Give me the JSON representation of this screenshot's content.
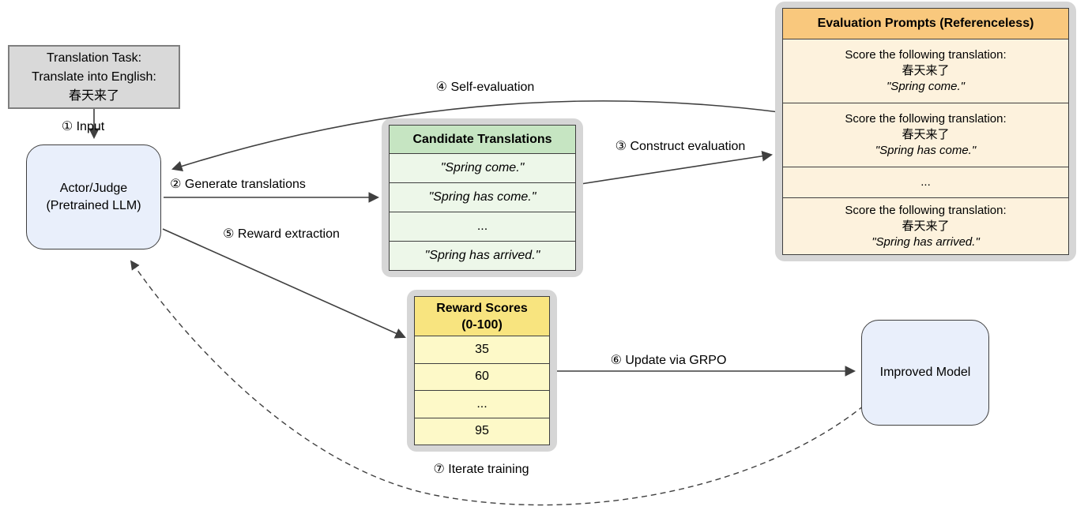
{
  "boxes": {
    "task": {
      "lines": [
        "Translation Task:",
        "Translate into English:",
        "春天来了"
      ]
    },
    "actor": {
      "lines": [
        "Actor/Judge",
        "(Pretrained LLM)"
      ]
    },
    "improved": {
      "label": "Improved Model"
    }
  },
  "tables": {
    "candidate": {
      "header": "Candidate Translations",
      "rows": [
        "\"Spring come.\"",
        "\"Spring has come.\"",
        "...",
        "\"Spring has arrived.\""
      ]
    },
    "evaluation": {
      "header": "Evaluation Prompts (Referenceless)",
      "rows": [
        [
          "Score the following translation:",
          "春天来了",
          "\"Spring come.\""
        ],
        [
          "Score the following translation:",
          "春天来了",
          "\"Spring has come.\""
        ],
        [
          "..."
        ],
        [
          "Score the following translation:",
          "春天来了",
          "\"Spring has arrived.\""
        ]
      ]
    },
    "reward": {
      "header_line1": "Reward Scores",
      "header_line2": "(0-100)",
      "rows": [
        "35",
        "60",
        "...",
        "95"
      ]
    }
  },
  "edge_labels": {
    "input": "① Input",
    "generate": "② Generate translations",
    "construct": "③ Construct evaluation",
    "self_eval": "④ Self-evaluation",
    "reward": "⑤ Reward extraction",
    "grpo": "⑥ Update via GRPO",
    "iterate": "⑦ Iterate training"
  },
  "colors": {
    "task_box_fill": "#d9d9d9",
    "model_box_fill": "#e9effb",
    "candidate_header_fill": "#c6e5c2",
    "candidate_row_fill": "#edf7e9",
    "evaluation_header_fill": "#f9c87d",
    "evaluation_row_fill": "#fdf2dd",
    "reward_header_fill": "#f8e47f",
    "reward_row_fill": "#fdf9c8",
    "arrow_color": "#3f3f3f",
    "panel_shadow": "#d6d6d6"
  }
}
